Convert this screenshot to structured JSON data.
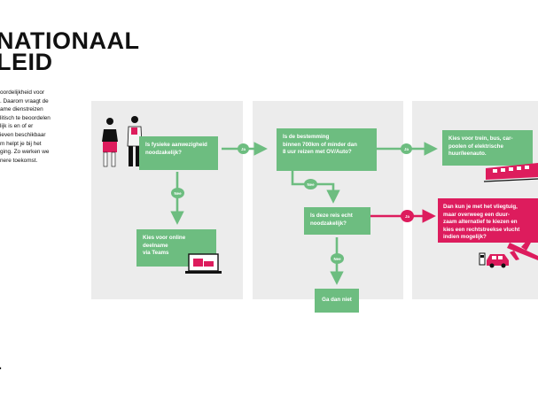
{
  "title": {
    "line1": "NATIONAAL",
    "line2": "LEID"
  },
  "intro": [
    "oordelijkheid voor",
    ". Daarom vraagt de",
    "ame dienstreizen",
    "litisch te beoordelen",
    "lijk is en of er",
    "ieven beschikbaar",
    "m helpt je bij het",
    "ging. Zo werken we",
    "nere toekomst."
  ],
  "flow": {
    "q1": [
      "Is fysieke aanwezigheid",
      "noodzakelijk?"
    ],
    "ja1": "Ja",
    "nee1": "Nee",
    "online": [
      "Kies voor online",
      "deelname",
      "via Teams"
    ],
    "q2": [
      "Is de bestemming",
      "binnen 700km of minder dan",
      "8 uur reizen met OV/Auto?"
    ],
    "ja2": "Ja",
    "nee2": "Nee",
    "train": [
      "Kies voor trein, bus, car-",
      "poolen of elektrische",
      "huur/leenauto."
    ],
    "q3": [
      "Is deze reis echt",
      "noodzakelijk?"
    ],
    "ja3": "Ja",
    "nee3": "Nee",
    "ga_dan_niet": "Ga dan niet",
    "vliegtuig": [
      "Dan kun je met het vliegtuig,",
      "maar overweeg een duur-",
      "zaam alternatief te kiezen en",
      "kies een rechtstreekse vlucht",
      "indien mogelijk?"
    ]
  },
  "footer": ".",
  "colors": {
    "green": "#6dbd80",
    "red": "#dd1c5d",
    "panel": "#ececec"
  },
  "icons": [
    "people-icon",
    "laptop-icon",
    "train-icon",
    "airplane-icon",
    "charging-car-icon"
  ]
}
